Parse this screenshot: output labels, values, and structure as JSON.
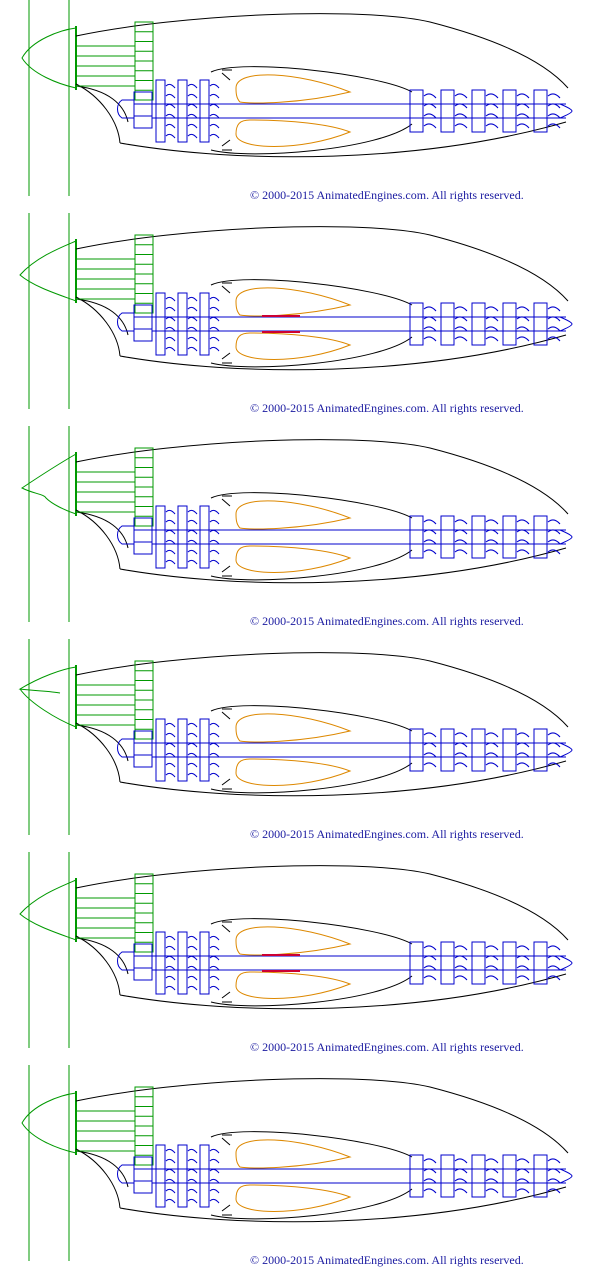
{
  "copyright": "© 2000-2015 AnimatedEngines.com.  All rights reserved.",
  "colors": {
    "outline": "#000000",
    "propeller_and_fan": "#009900",
    "compressor_turbine_shaft": "#0000cc",
    "combustor": "#dd8800",
    "flame": "#cc0033",
    "copyright_text": "#1a1aa0"
  },
  "frames": [
    {
      "label": "frame-1",
      "blade": "a",
      "flame": false
    },
    {
      "label": "frame-2",
      "blade": "b",
      "flame": true
    },
    {
      "label": "frame-3",
      "blade": "c",
      "flame": false
    },
    {
      "label": "frame-4",
      "blade": "d",
      "flame": false
    },
    {
      "label": "frame-5",
      "blade": "b",
      "flame": true
    },
    {
      "label": "frame-6",
      "blade": "a",
      "flame": false
    }
  ]
}
